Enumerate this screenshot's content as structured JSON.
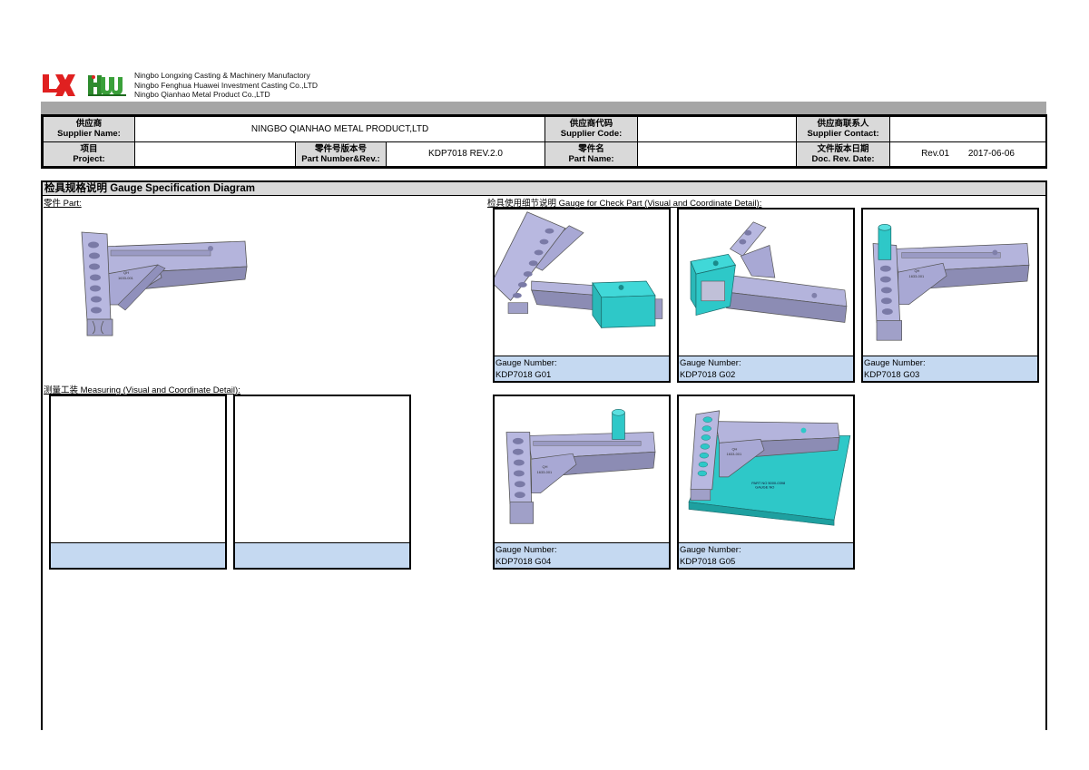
{
  "header": {
    "logos": [
      {
        "name": "longxing-logo",
        "text": "LX",
        "color": "#e02020"
      },
      {
        "name": "huawei-logo",
        "text": "HW",
        "color": "#2e8b2e"
      }
    ],
    "company_lines": [
      "Ningbo Longxing Casting & Machinery Manufactory",
      "Ningbo Fenghua Huawei Investment Casting Co.,LTD",
      "Ningbo Qianhao Metal Product Co.,LTD"
    ]
  },
  "info_table": {
    "supplier_name": {
      "label_cn": "供应商",
      "label_en": "Supplier Name:",
      "value": "NINGBO QIANHAO METAL PRODUCT,LTD"
    },
    "supplier_code": {
      "label_cn": "供应商代码",
      "label_en": "Supplier Code:",
      "value": ""
    },
    "supplier_contact": {
      "label_cn": "供应商联系人",
      "label_en": "Supplier Contact:",
      "value": ""
    },
    "project": {
      "label_cn": "项目",
      "label_en": "Project:",
      "value": ""
    },
    "part_number": {
      "label_cn": "零件号版本号",
      "label_en": "Part Number&Rev.:",
      "value": "KDP7018 REV.2.0"
    },
    "part_name": {
      "label_cn": "零件名",
      "label_en": "Part Name:",
      "value": ""
    },
    "doc_rev_date": {
      "label_cn": "文件版本日期",
      "label_en": "Doc. Rev. Date:",
      "rev": "Rev.01",
      "date": "2017-06-06"
    }
  },
  "section": {
    "title": "检具规格说明 Gauge Specification Diagram",
    "part_label": "零件 Part:",
    "gauge_check_label": "检具使用细节说明 Gauge for Check Part (Visual and Coordinate Detail):",
    "measuring_label": "测量工装 Measuring (Visual and Coordinate Detail):"
  },
  "gauges": [
    {
      "caption_label": "Gauge Number:",
      "number": "KDP7018 G01",
      "view": "block-end"
    },
    {
      "caption_label": "Gauge Number:",
      "number": "KDP7018 G02",
      "view": "block-front"
    },
    {
      "caption_label": "Gauge Number:",
      "number": "KDP7018 G03",
      "view": "pin-top"
    },
    {
      "caption_label": "Gauge Number:",
      "number": "KDP7018 G04",
      "view": "pin-slot"
    },
    {
      "caption_label": "Gauge Number:",
      "number": "KDP7018 G05",
      "view": "base-plate"
    }
  ],
  "measuring": [
    {
      "caption": ""
    },
    {
      "caption": ""
    }
  ],
  "colors": {
    "header_gray": "#a6a6a6",
    "label_gray": "#d9d9d9",
    "caption_blue": "#c5d9f1",
    "part_lavender": "#b4b4dc",
    "gauge_teal": "#2ec8c8"
  }
}
